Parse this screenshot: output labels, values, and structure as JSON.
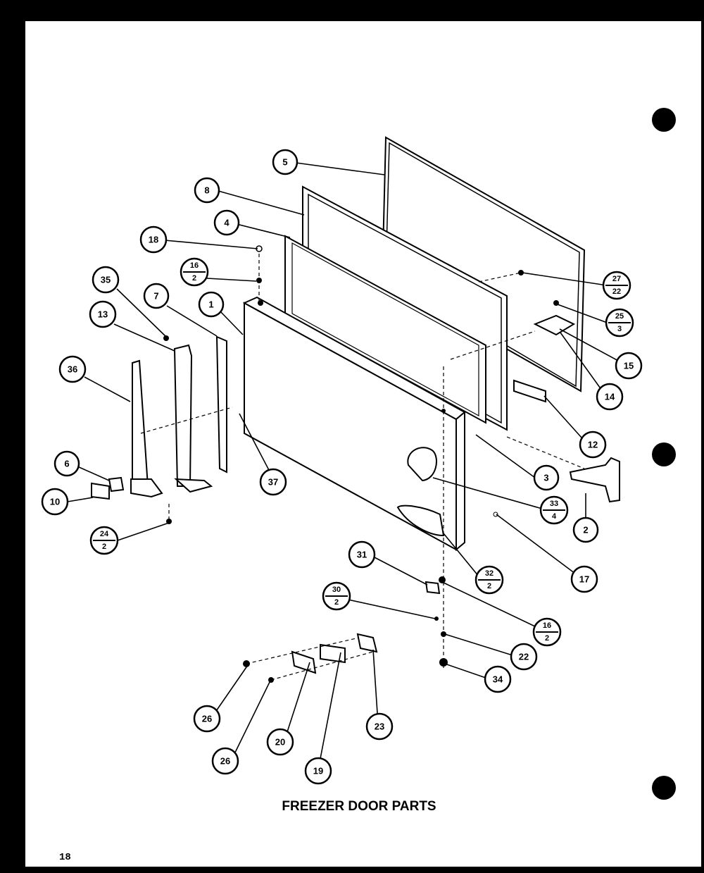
{
  "title": "FREEZER DOOR PARTS",
  "page_number": "18",
  "callouts": {
    "c5": "5",
    "c8": "8",
    "c4": "4",
    "c18": "18",
    "c16a_top": "16",
    "c16a_bot": "2",
    "c35": "35",
    "c7": "7",
    "c1": "1",
    "c13": "13",
    "c36": "36",
    "c6": "6",
    "c10": "10",
    "c24_top": "24",
    "c24_bot": "2",
    "c37": "37",
    "c27_top": "27",
    "c27_bot": "22",
    "c25_top": "25",
    "c25_bot": "3",
    "c15": "15",
    "c14": "14",
    "c12": "12",
    "c3": "3",
    "c2": "2",
    "c33_top": "33",
    "c33_bot": "4",
    "c17": "17",
    "c31": "31",
    "c32_top": "32",
    "c32_bot": "2",
    "c30_top": "30",
    "c30_bot": "2",
    "c16b_top": "16",
    "c16b_bot": "2",
    "c22": "22",
    "c34": "34",
    "c26a": "26",
    "c26b": "26",
    "c20": "20",
    "c19": "19",
    "c23": "23"
  }
}
